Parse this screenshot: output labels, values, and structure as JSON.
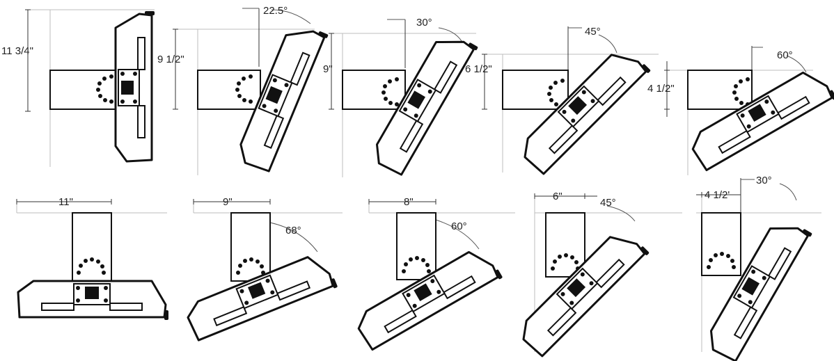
{
  "views": [
    {
      "id": "a",
      "dimension_label": "11 3/4\"",
      "angle_label": ""
    },
    {
      "id": "b",
      "dimension_label": "9 1/2\"",
      "angle_label": "22.5°"
    },
    {
      "id": "c",
      "dimension_label": "9\"",
      "angle_label": "30°"
    },
    {
      "id": "d",
      "dimension_label": "6 1/2\"",
      "angle_label": "45°"
    },
    {
      "id": "e",
      "dimension_label": "4 1/2\"",
      "angle_label": "60°"
    },
    {
      "id": "f",
      "dimension_label": "11\"",
      "angle_label": ""
    },
    {
      "id": "g",
      "dimension_label": "9\"",
      "angle_label": "68°"
    },
    {
      "id": "h",
      "dimension_label": "8\"",
      "angle_label": "60°"
    },
    {
      "id": "i",
      "dimension_label": "6\"",
      "angle_label": "45°"
    },
    {
      "id": "j",
      "dimension_label": "4 1/2'",
      "angle_label": "30°"
    }
  ]
}
